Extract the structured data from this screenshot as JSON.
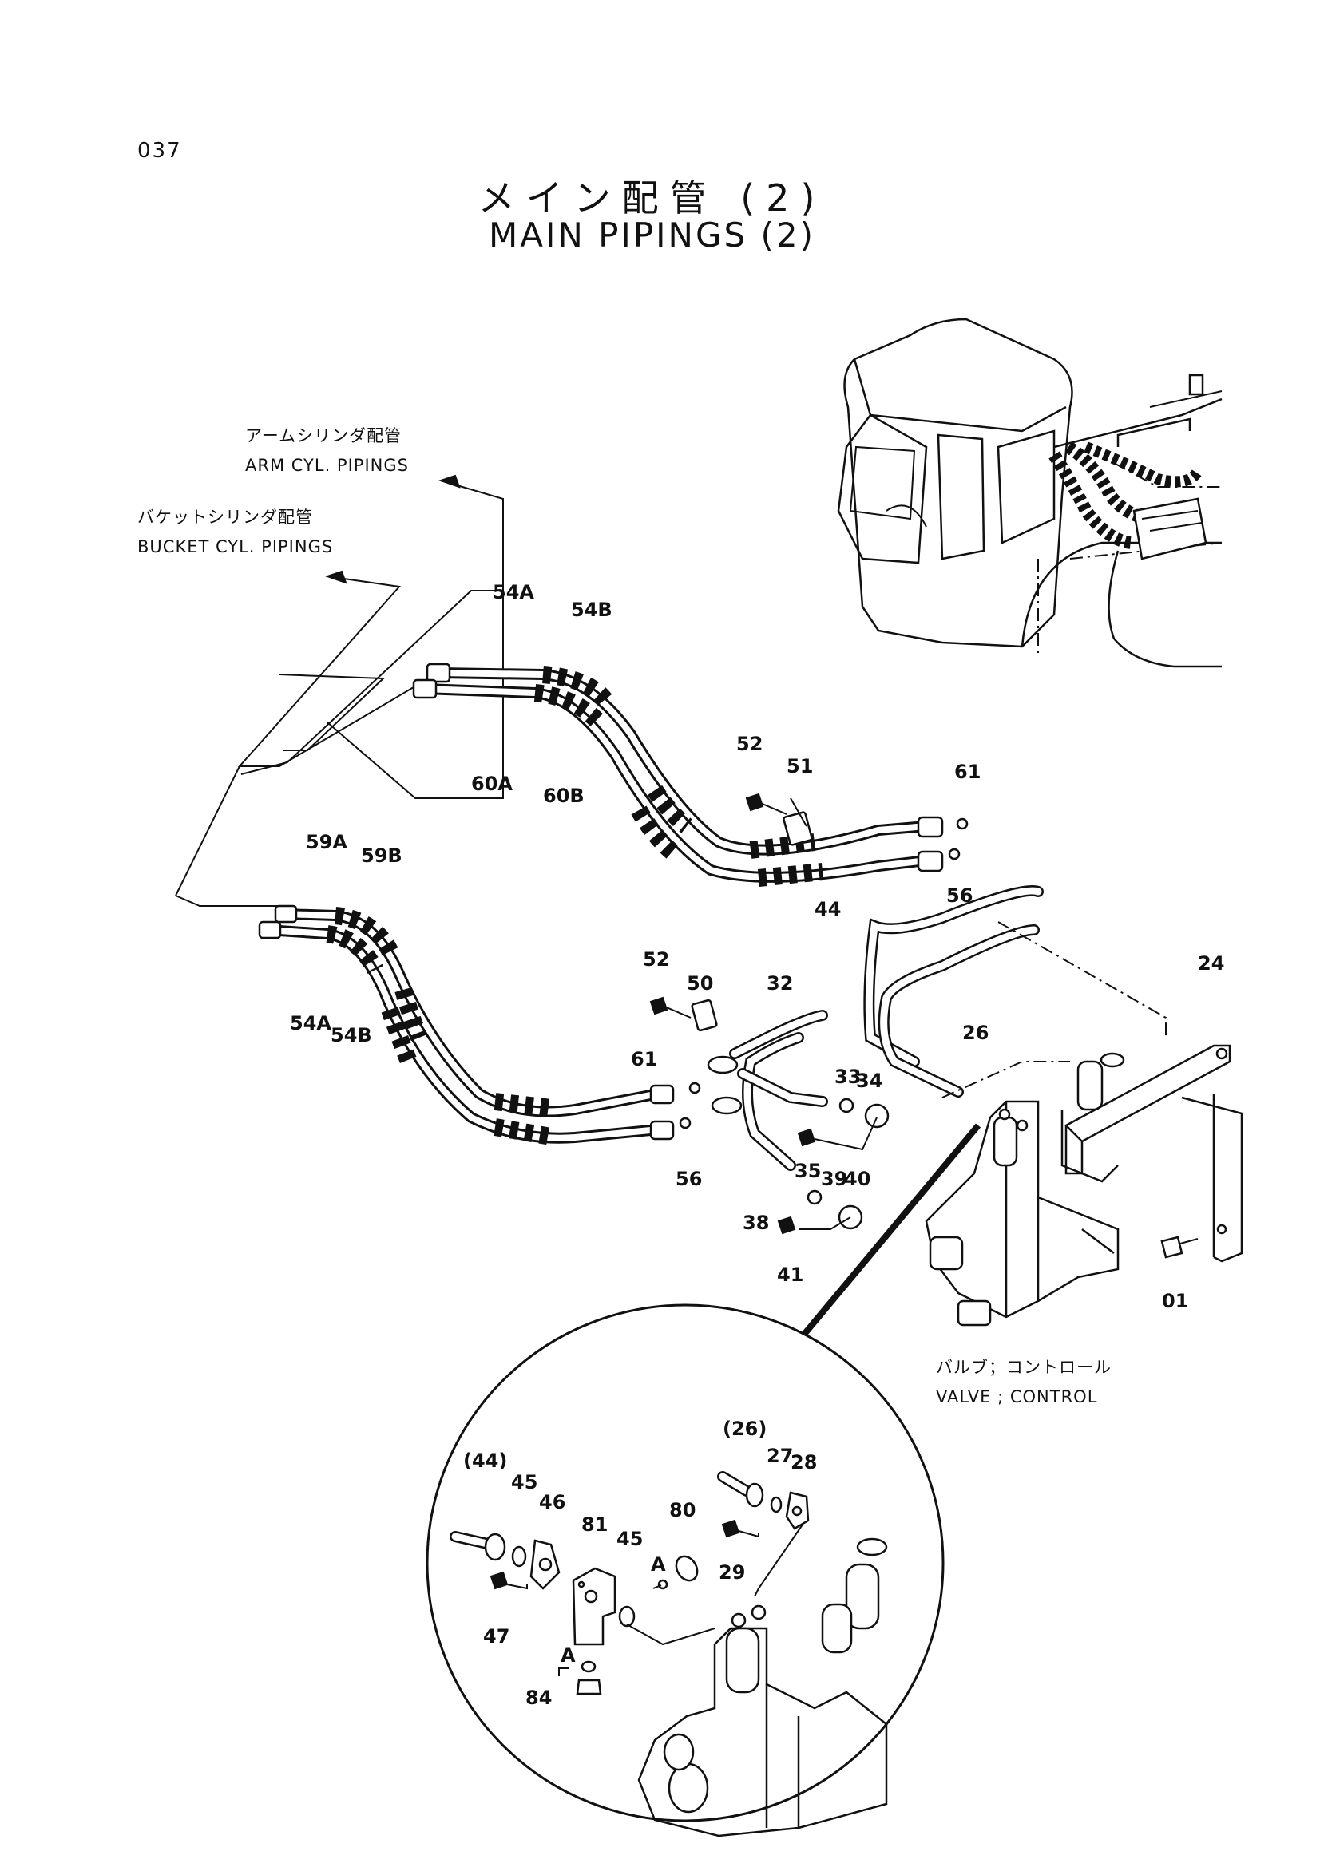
{
  "page_number": "037",
  "title_jp": "メイン配管 (2)",
  "title_en": "MAIN PIPINGS (2)",
  "notes": {
    "arm_jp": "アームシリンダ配管",
    "arm_en": "ARM CYL. PIPINGS",
    "bucket_jp": "バケットシリンダ配管",
    "bucket_en": "BUCKET CYL. PIPINGS",
    "valve_jp": "バルブ；コントロール",
    "valve_en": "VALVE ; CONTROL"
  },
  "labels": {
    "p54a_top": "54A",
    "p54b_top": "54B",
    "p60a": "60A",
    "p60b": "60B",
    "p59a": "59A",
    "p59b": "59B",
    "p54a_bot": "54A",
    "p54b_bot": "54B",
    "p52_top": "52",
    "p51": "51",
    "p61_top": "61",
    "p56_top": "56",
    "p44": "44",
    "p24": "24",
    "p26": "26",
    "p52_mid": "52",
    "p50": "50",
    "p32": "32",
    "p61_mid": "61",
    "p56_mid": "56",
    "p33": "33",
    "p34": "34",
    "p35": "35",
    "p39": "39",
    "p40": "40",
    "p38": "38",
    "p41": "41",
    "p01": "01",
    "d44": "(44)",
    "d45a": "45",
    "d46": "46",
    "d47": "47",
    "d81": "81",
    "d45b": "45",
    "d80": "80",
    "dA1": "A",
    "dA2": "A",
    "d84": "84",
    "d26": "(26)",
    "d27": "27",
    "d28": "28",
    "d29": "29"
  }
}
